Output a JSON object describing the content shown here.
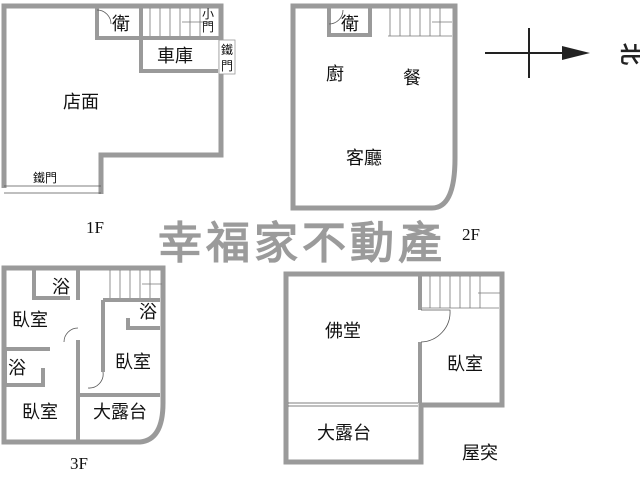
{
  "floors": {
    "f1": {
      "label": "1F",
      "rooms": {
        "toilet": "衛",
        "small_door_1": "小",
        "small_door_2": "門",
        "garage": "車庫",
        "iron_door_side_1": "鐵",
        "iron_door_side_2": "門",
        "shop": "店面",
        "iron_door_front": "鐵門"
      }
    },
    "f2": {
      "label": "2F",
      "rooms": {
        "toilet": "衛",
        "kitchen": "廚",
        "dining": "餐",
        "living": "客廳"
      }
    },
    "f3": {
      "label": "3F",
      "rooms": {
        "bath_a": "浴",
        "bedroom_a": "臥室",
        "bath_b": "浴",
        "bedroom_b": "臥室",
        "bath_c": "浴",
        "bedroom_c": "臥室",
        "balcony": "大露台"
      }
    },
    "roof": {
      "label": "屋突",
      "rooms": {
        "shrine": "佛堂",
        "bedroom": "臥室",
        "balcony": "大露台"
      }
    }
  },
  "compass": {
    "north_label": "北"
  },
  "watermark": "幸福家不動產"
}
